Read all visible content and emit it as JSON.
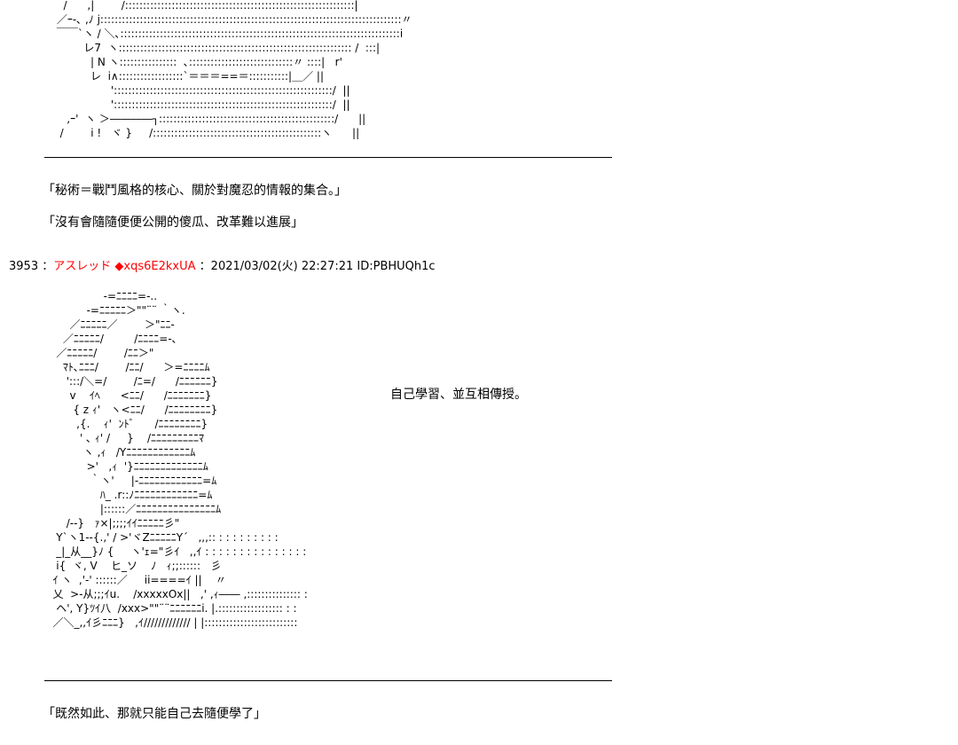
{
  "ascii_art": {
    "top": "   /      ,|        /::::::::::::::::::::::::::::::::::::::::::::::::::::::::::::::::|\n ／ｰ‐､ ,ﾉ j::::::::::::::::::::::::::::::::::::::::::::::::::::::::::::::::::::::::::::::::::::〃\n ￣￣`ヽ / ＼､::::::::::::::::::::::::::::::::::::::::::::::::::::::::::::::::::::::::::::::i\n         レ7  ヽ::::::::::::::::::::::::::::::::::::::::::::::::::::::::::::::::: /  :::|\n           | N ヽ::::::::::::::::  ､:::::::::::::::::::::::::::::〃 ::::|   r'\n           レ  i∧::::::::::::::::::`＝＝＝==＝:::::::::::|＿／ ||\n                 ':::::::::::::::::::::::::::::::::::::::::::::::::::::::::::::/  ||\n                 ':::::::::::::::::::::::::::::::::::::::::::::::::::::::::::::/  ||\n    ,ｰ'  ヽ ＞――――┐:::::::::::::::::::::::::::::::::::::::::::::::::/      ||\n  /        i !   ヾ }     /:::::::::::::::::::::::::::::::::::::::::::::::ヽ      ||",
    "main": "                  -=ﾆﾆﾆﾆ=-..\n             -=ﾆﾆﾆﾆﾆ＞\"\"¨¨ ｀ヽ.\n        ／ﾆﾆﾆﾆﾆ／        ＞\"ﾆﾆ-\n      ／ﾆﾆﾆﾆﾆ/         /ﾆﾆﾆﾆ=-､\n    ／ﾆﾆﾆﾆﾆ/        /ﾆﾆ＞\"\n      ﾏﾄ､ﾆﾆﾆ/        /ﾆﾆ/      ＞=ﾆﾆﾆﾆﾑ\n       ':::/＼=/        /ﾆ=/      /ﾆﾆﾆﾆﾆﾆ}\n        v    ｲﾍ      <ﾆﾆ/      /ﾆﾆﾆﾆﾆﾆﾆ}\n         { z ｨ'   ヽ<ﾆﾆ/      /ﾆﾆﾆﾆﾆﾆﾆﾆ}\n          ,{.    ｨ'  ﾝﾄﾞ      /ﾆﾆﾆﾆﾆﾆﾆﾆ}\n           ' ､ ｨ' /     }    /ﾆﾆﾆﾆﾆﾆﾆﾆﾆﾏ\n            ヽ ,ｨ   /Yﾆﾆﾆﾆﾆﾆﾆﾆﾆﾆﾆﾆﾑ\n             >'   ,ｨ  '}ﾆﾆﾆﾆﾆﾆﾆﾆﾆﾆﾆﾆﾆﾑ\n              ｀ヽ'     |-ﾆﾆﾆﾆﾆﾆﾆﾆﾆﾆﾆﾆ=ﾑ\n                 ﾊ_ .r::ﾉﾆﾆﾆﾆﾆﾆﾆﾆﾆﾆﾆﾆ=ﾑ\n                 |::::::／ﾆﾆﾆﾆﾆﾆﾆﾆﾆﾆﾆﾆﾆﾆﾆﾑ\n       /--}   ｧ×|;;;;ｲｲﾆﾆﾆﾆﾆ彡\"\n    Y`ヽ1--{.,' / >'ヾZﾆﾆﾆﾆﾆYˊ   ,,,:: : : : : : : : : :\n    _|_从__}ﾉ {     ヽ'ｪ=\"彡ｲ   ,,ｲ : : : : : : : : : : : : : : :\n    i{  ヾ, V    ヒ_ソ    ﾉ   ｨ;;::::::   彡\n   ｲ ヽ  ,'‐' ::::::／     ii====ｲ ||    〃\n   乂  >‐从;;;ｲu.    /xxxxxOx||   ,' ,ｨ―― ,::::::::::::::: :\n    ヘ', Y}ﾂｲ八  /xxx>\"\"¨¨ﾆﾆﾆﾆﾆﾆi. |.:::::::::::::::::: : :\n   ／＼_,,ｲ彡ﾆﾆﾆ}   ,ｲ///////////// | |::::::::::::::::::::::::::"
  },
  "dialogue": {
    "line1": "「秘術＝戰鬥風格的核心、關於對魔忍的情報的集合。」",
    "line2": "「沒有會隨隨便便公開的傻瓜、改革難以進展」",
    "line3": "「既然如此、那就只能自己去隨便學了」"
  },
  "post": {
    "number": "3953",
    "sep1": "：",
    "name": "アスレッド",
    "trip": "◆xqs6E2kxUA",
    "sep2": "：",
    "datetime": "2021/03/02(火) 22:27:21 ID:PBHUQh1c"
  },
  "side_note": "自己學習、並互相傳授。"
}
